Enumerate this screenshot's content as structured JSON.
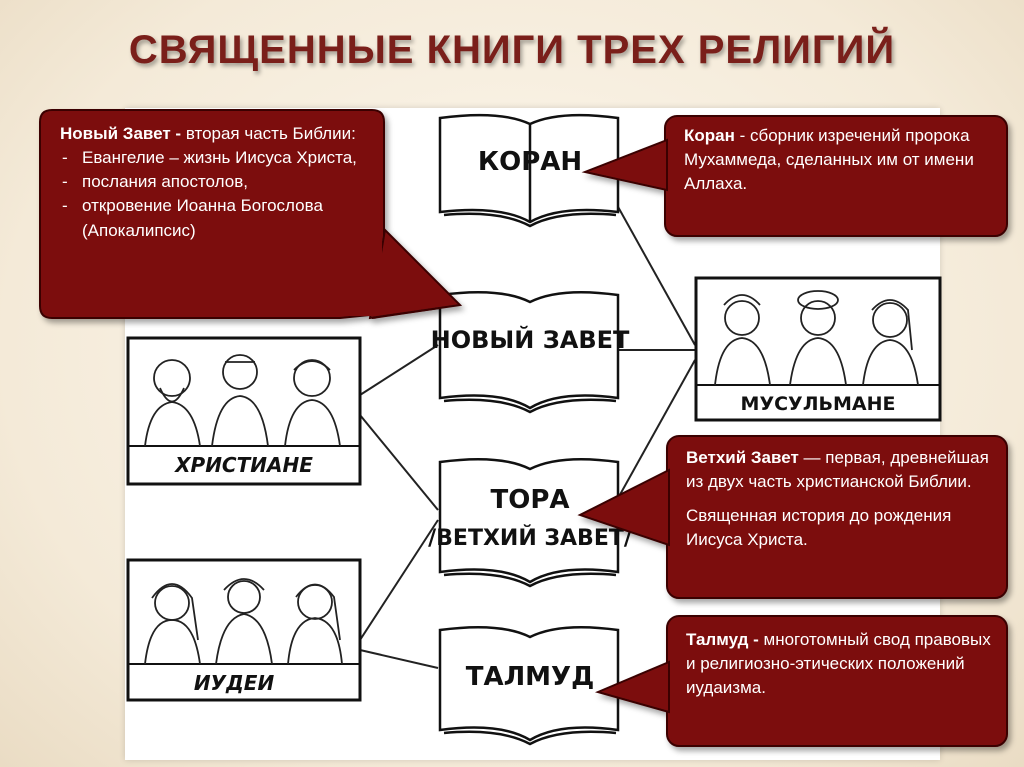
{
  "title": "СВЯЩЕННЫЕ КНИГИ ТРЕХ РЕЛИГИЙ",
  "books": {
    "koran": "КОРАН",
    "new_testament": "НОВЫЙ ЗАВЕТ",
    "tora_line1": "ТОРА",
    "tora_line2": "/ВЕТХИЙ ЗАВЕТ/",
    "talmud": "ТАЛМУД"
  },
  "groups": {
    "christians": "ХРИСТИАНЕ",
    "jews": "ИУДЕИ",
    "muslims": "МУСУЛЬМАНЕ"
  },
  "callouts": {
    "new_testament": {
      "term": "Новый Завет -",
      "desc": "вторая часть Библии:",
      "items": [
        "Евангелие – жизнь Иисуса Христа,",
        "послания апостолов,",
        "откровение  Иоанна Богослова (Апокалипсис)"
      ]
    },
    "koran": {
      "term": "Коран",
      "desc": "- сборник изречений пророка Мухаммеда, сделанных им от  имени Аллаха."
    },
    "old_testament": {
      "term": "Ветхий Завет",
      "desc": "— первая, древнейшая из двух часть христианской Библии.",
      "desc2": "Священная история до рождения Иисуса Христа."
    },
    "talmud": {
      "term": "Талмуд -",
      "desc": "многотомный свод правовых и религиозно-этических  положений иудаизма."
    }
  },
  "colors": {
    "title": "#7a1f1a",
    "callout_fill": "#7b1010",
    "callout_border": "#3a0505"
  }
}
